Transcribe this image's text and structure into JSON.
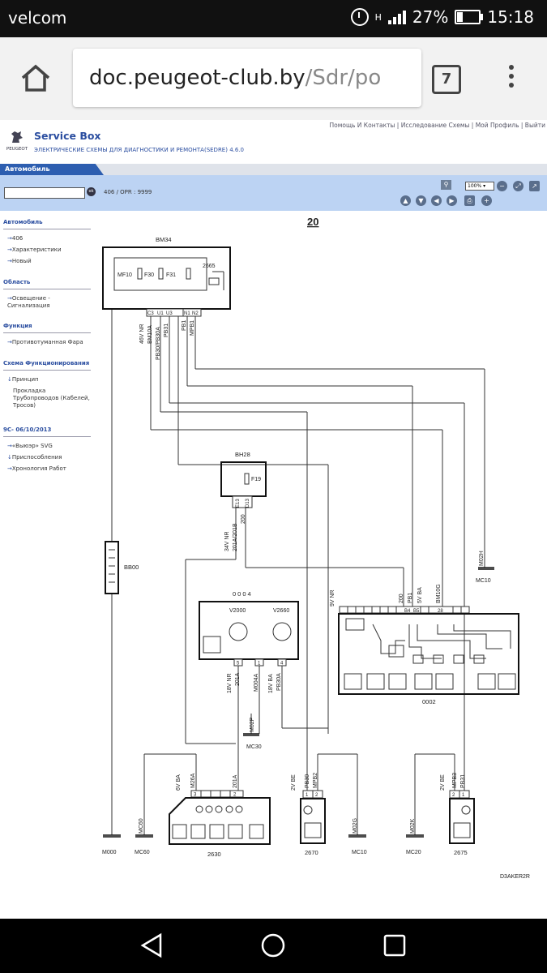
{
  "status": {
    "carrier": "velcom",
    "signal": "H",
    "battery": "27%",
    "time": "15:18"
  },
  "browser": {
    "url_host": "doc.peugeot-club.by",
    "url_path": "/Sdr/po",
    "tab_count": "7"
  },
  "site": {
    "top_links": "Помощь И Контакты | Исследование Схемы | Мой Профиль | Выйти",
    "logo_text": "PEUGEOT",
    "title": "Service Box",
    "subtitle": "ЭЛЕКТРИЧЕСКИЕ СХЕМЫ ДЛЯ ДИАГНОСТИКИ И РЕМОНТА(SEDRE) 4.6.0",
    "tab": "Автомобиль",
    "search_value": "",
    "ok_label": "ok",
    "opr": "406  /  OPR : 9999",
    "zoom": "100%"
  },
  "sidebar": {
    "sections": [
      {
        "title": "Автомобиль",
        "items": [
          "406",
          "Характеристики",
          "Новый"
        ]
      },
      {
        "title": "Область",
        "items": [
          "Освещение - Сигнализация"
        ]
      },
      {
        "title": "Функция",
        "items": [
          "Противотуманная Фара"
        ]
      },
      {
        "title": "Схема Функционирования",
        "items": [
          "Принцип",
          "Прокладка Трубопроводов (Кабелей, Тросов)"
        ]
      },
      {
        "title": "9С- 06/10/2013",
        "items": [
          "«Выюэр» SVG",
          "Приспособления",
          "Хронология Работ"
        ]
      }
    ]
  },
  "diagram": {
    "page_number": "20",
    "components": {
      "bm34": "BM34",
      "bh28": "BH28",
      "bb00": "BB00",
      "c0004": "0004",
      "c0002": "0002",
      "c2630": "2630",
      "c2670": "2670",
      "c2675": "2675"
    },
    "fuses": {
      "mf10": "MF10",
      "f30": "F30",
      "f31": "F31",
      "f19": "F19",
      "r2665": "2665"
    },
    "bm34_pins": [
      "C3",
      "U1",
      "U3",
      "N1",
      "N2"
    ],
    "bm34_wires": {
      "harness1": "46V NR",
      "w1": "BM10A",
      "w2": "PB30/PB30A",
      "w3": "PB31",
      "w4": "PB1",
      "w5": "MPB1"
    },
    "bh28_pins": [
      "E13",
      "D13"
    ],
    "bh28_wires": {
      "harness": "34V NR",
      "w1": "201A/201B",
      "w2": "200"
    },
    "c0004_labels": {
      "v2000": "V2000",
      "v2660": "V2660",
      "pins": [
        "5",
        "1",
        "4"
      ]
    },
    "c0004_wires": {
      "h1": "18V NR",
      "w1": "201A",
      "w2": "M004A",
      "h2": "18V BA",
      "w3": "PB30A"
    },
    "c0002_wires": {
      "h1": "9V NR",
      "w1": "200",
      "w2": "PB1",
      "h2": "5V BA",
      "w3": "BM10G"
    },
    "c0002_pins": [
      "B4",
      "B5",
      "28"
    ],
    "grounds": {
      "m02h": "M02H",
      "mc10_top": "MC10",
      "m02p": "M02P",
      "mc30": "MC30",
      "m000": "M000",
      "mc60_wire": "MC60",
      "mc60": "MC60",
      "m02g": "M02G",
      "mc10": "MC10",
      "m02k": "M02K",
      "mc20": "MC20"
    },
    "c2630_wires": {
      "h": "6V BA",
      "w1": "M26A",
      "w2": "201A",
      "pins": [
        "3",
        "2"
      ]
    },
    "c2670_wires": {
      "h": "2V BE",
      "w1": "PB30",
      "w2": "MPB2",
      "pins": [
        "1",
        "2"
      ]
    },
    "c2675_wires": {
      "h": "2V BE",
      "w1": "MPB3",
      "w2": "PB31",
      "pins": [
        "2",
        "1"
      ]
    },
    "doc_code": "D3AKER2R"
  }
}
